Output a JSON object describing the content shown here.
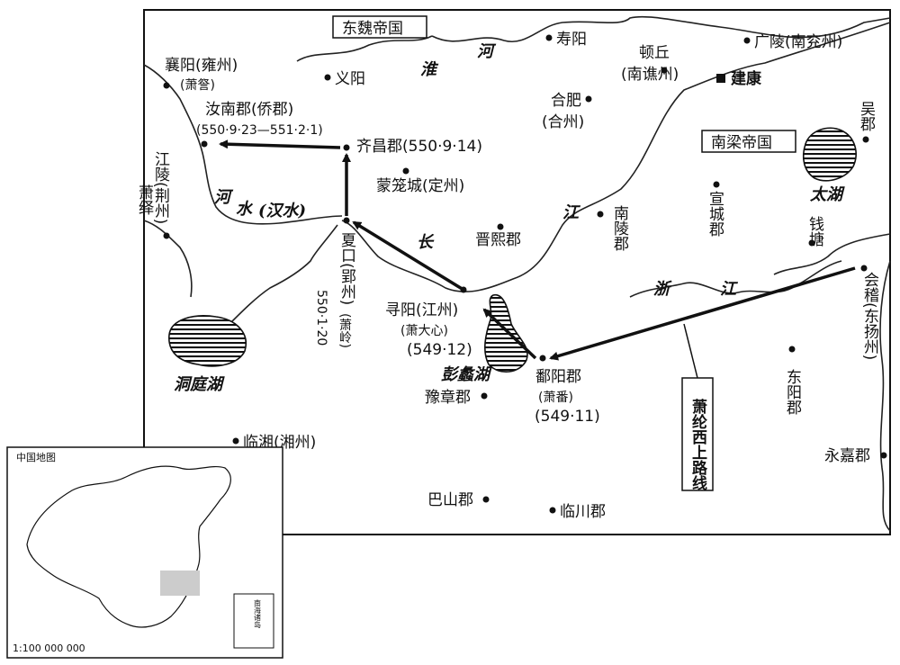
{
  "empires": {
    "east_wei": "东魏帝国",
    "south_liang": "南梁帝国"
  },
  "places": {
    "xiangyang": "襄阳(雍州)",
    "xiangyang_ruler": "(萧詧)",
    "yiyang": "义阳",
    "shouyang": "寿阳",
    "dunqiu": "顿丘",
    "dunqiu_state": "(南谯州)",
    "guangling": "广陵(南兖州)",
    "jiankang": "建康",
    "hefei": "合肥",
    "hefei_state": "(合州)",
    "runan": "汝南郡(侨郡)",
    "runan_date": "(550·9·23—551·2·1)",
    "qichang": "齐昌郡(550·9·14)",
    "mengcong": "蒙笼城(定州)",
    "jiangling": "江陵(荆州)",
    "jiangling_ruler": "萧绎",
    "xiakou": "夏口(郢州)",
    "xiakou_date": "550·1·20",
    "xiakou_ruler": "(萧岭)",
    "jinxi": "晋熙郡",
    "nanling": "南陵郡",
    "xuancheng": "宣城郡",
    "wujun": "吴郡",
    "qiantang": "钱塘",
    "kuaiji": "会稽(东扬州)",
    "xunyang": "寻阳(江州)",
    "xunyang_ruler": "(萧大心)",
    "xunyang_date": "(549·12)",
    "poyang": "鄱阳郡",
    "poyang_ruler": "(萧番)",
    "poyang_date": "(549·11)",
    "yuzhang": "豫章郡",
    "dongyang": "东阳郡",
    "yongjia": "永嘉郡",
    "linxiang": "临湘(湘州)",
    "bashan": "巴山郡",
    "linchuan": "临川郡"
  },
  "water": {
    "huai_1": "淮",
    "huai_2": "河",
    "han_1": "河",
    "han_2": "水",
    "han_3": "(汉水)",
    "chang_1": "长",
    "chang_2": "江",
    "zhe_1": "浙",
    "zhe_2": "江",
    "taihu": "太湖",
    "pengli": "彭蠡湖",
    "dongting": "洞庭湖"
  },
  "route_label": "萧纶西上路线",
  "inset": {
    "title": "中国地图",
    "scale": "1:100 000 000",
    "south_sea": "南海诸岛"
  },
  "colors": {
    "ink": "#111111",
    "highlight": "#cccccc"
  }
}
